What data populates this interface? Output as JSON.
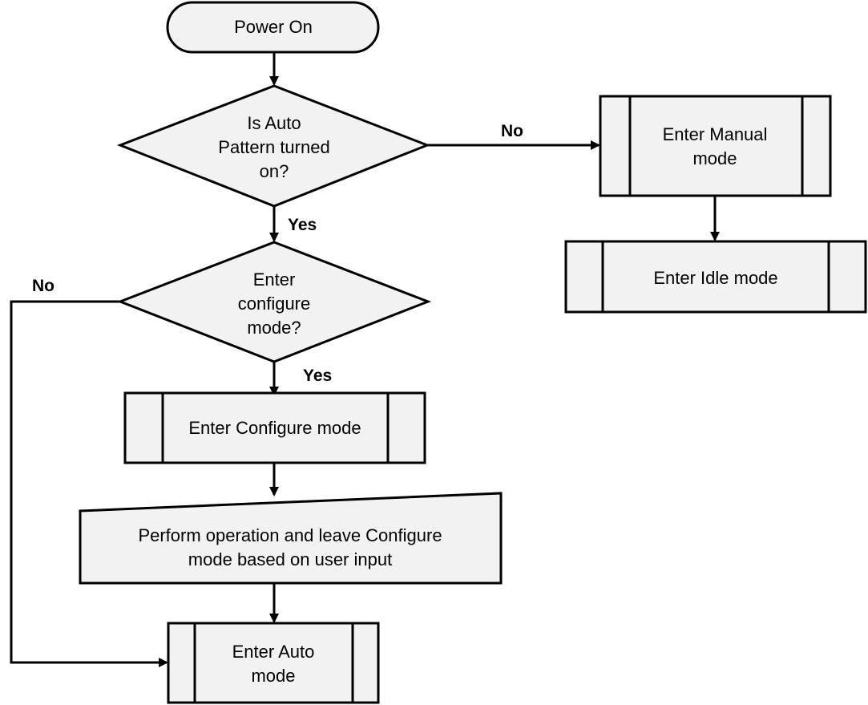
{
  "nodes": {
    "power_on": {
      "lines": [
        "Power On"
      ]
    },
    "auto_pattern_decision": {
      "lines": [
        "Is Auto",
        "Pattern turned",
        "on?"
      ]
    },
    "manual_mode": {
      "lines": [
        "Enter Manual",
        "mode"
      ]
    },
    "idle_mode": {
      "lines": [
        "Enter Idle mode"
      ]
    },
    "configure_decision": {
      "lines": [
        "Enter",
        "configure",
        "mode?"
      ]
    },
    "configure_mode": {
      "lines": [
        "Enter Configure mode"
      ]
    },
    "perform_operation": {
      "lines": [
        "Perform operation and leave Configure",
        "mode based on user input"
      ]
    },
    "auto_mode": {
      "lines": [
        "Enter Auto",
        "mode"
      ]
    }
  },
  "edges": {
    "auto_pattern_no": "No",
    "auto_pattern_yes": "Yes",
    "configure_no": "No",
    "configure_yes": "Yes"
  },
  "colors": {
    "node_fill": "#f2f2f2",
    "stroke": "#000000"
  }
}
